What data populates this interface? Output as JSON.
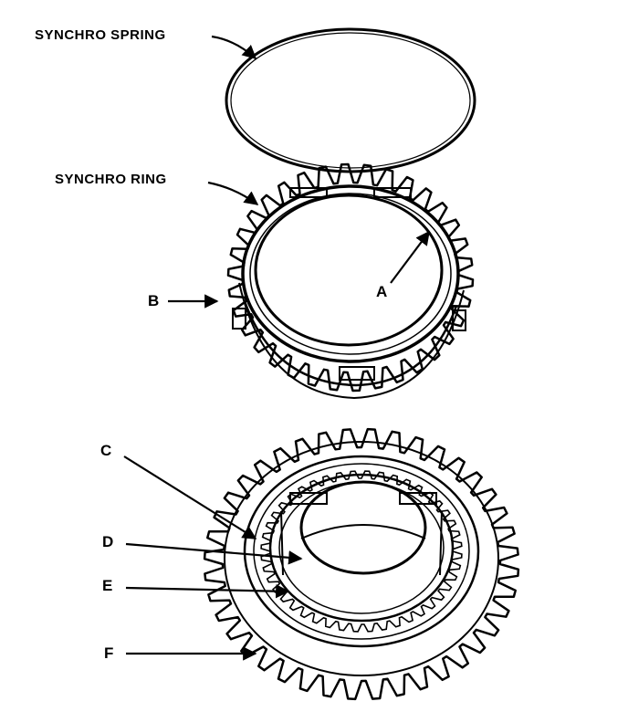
{
  "diagram": {
    "labels": {
      "synchro_spring": "SYNCHRO SPRING",
      "synchro_ring": "SYNCHRO RING",
      "a": "A",
      "b": "B",
      "c": "C",
      "d": "D",
      "e": "E",
      "f": "F"
    },
    "colors": {
      "ink": "#000000",
      "paper": "#ffffff"
    }
  }
}
